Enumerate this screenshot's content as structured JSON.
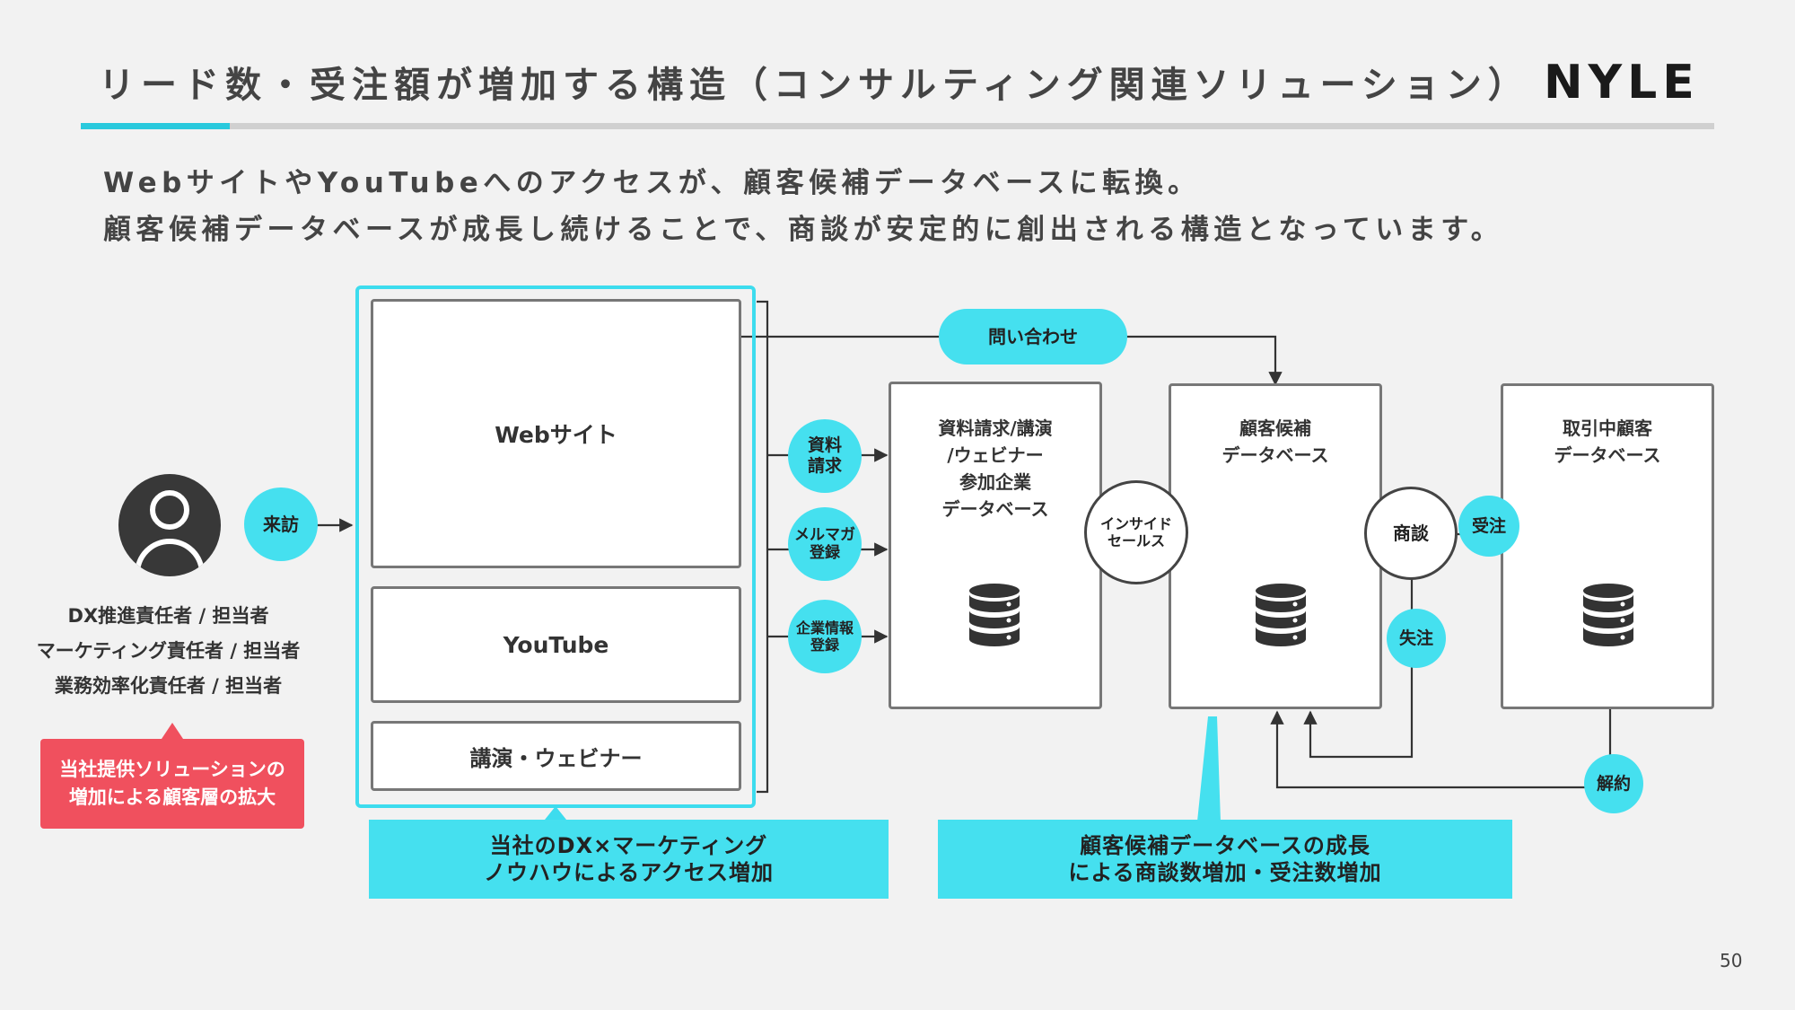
{
  "header": {
    "title": "リード数・受注額が増加する構造（コンサルティング関連ソリューション）",
    "logo": "NYLE"
  },
  "colors": {
    "accent": "#45e0ef",
    "alert": "#f0505e",
    "frame": "#3ddcee"
  },
  "lead": {
    "line1": "WebサイトやYouTubeへのアクセスが、顧客候補データベースに転換。",
    "line2": "顧客候補データベースが成長し続けることで、商談が安定的に創出される構造となっています。"
  },
  "persona": {
    "icon": "user-avatar-icon",
    "visit_label": "来訪",
    "roles": [
      "DX推進責任者 / 担当者",
      "マーケティング責任者 / 担当者",
      "業務効率化責任者 / 担当者"
    ],
    "callout_line1": "当社提供ソリューションの",
    "callout_line2": "増加による顧客層の拡大"
  },
  "channels": {
    "website": "Webサイト",
    "youtube": "YouTube",
    "seminar": "講演・ウェビナー"
  },
  "conversions": {
    "inquiry": "問い合わせ",
    "doc_request_line1": "資料",
    "doc_request_line2": "請求",
    "newsletter_line1": "メルマガ",
    "newsletter_line2": "登録",
    "company_info_line1": "企業情報",
    "company_info_line2": "登録"
  },
  "databases": {
    "participants": "資料請求/講演\n/ウェビナー\n参加企業\nデータベース",
    "prospects": "顧客候補\nデータベース",
    "clients": "取引中顧客\nデータベース",
    "db_icon": "database-icon"
  },
  "actions": {
    "inside_sales_line1": "インサイド",
    "inside_sales_line2": "セールス",
    "negotiation": "商談",
    "order_won": "受注",
    "order_lost": "失注",
    "cancel": "解約"
  },
  "banners": {
    "left_line1": "当社のDX×マーケティング",
    "left_line2": "ノウハウによるアクセス増加",
    "right_line1": "顧客候補データベースの成長",
    "right_line2": "による商談数増加・受注数増加"
  },
  "page_number": "50"
}
